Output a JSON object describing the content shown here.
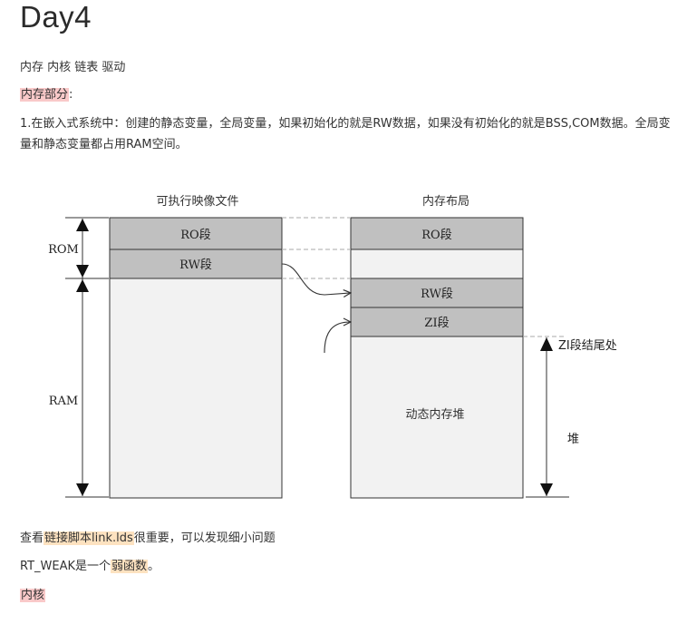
{
  "heading": "Day4",
  "tags_line": "内存 内核 链表 驱动",
  "section_memory": {
    "label": "内存部分",
    "suffix": ":"
  },
  "paragraph": "1.在嵌入式系统中：创建的静态变量，全局变量，如果初始化的就是RW数据，如果没有初始化的就是BSS,COM数据。全局变量和静态变量都占用RAM空间。",
  "diagram": {
    "left_title": "可执行映像文件",
    "right_title": "内存布局",
    "left_ro": "RO段",
    "left_rw": "RW段",
    "right_ro": "RO段",
    "right_rw": "RW段",
    "right_zi": "ZI段",
    "heap_area": "动态内存堆",
    "rom_label": "ROM",
    "ram_label": "RAM",
    "zi_end_label": "ZI段结尾处",
    "heap_label": "堆",
    "colors": {
      "segment_fill": "#c0c0c0",
      "area_fill": "#f2f2f2",
      "stroke": "#333333",
      "dashed": "#aaaaaa"
    }
  },
  "line_linker": {
    "prefix": "查看",
    "highlight": "链接脚本link.lds",
    "suffix": "很重要，可以发现细小问题"
  },
  "line_weak": {
    "prefix": "RT_WEAK是一个",
    "highlight": "弱函数",
    "suffix": "。"
  },
  "section_kernel": {
    "label": "内核"
  }
}
